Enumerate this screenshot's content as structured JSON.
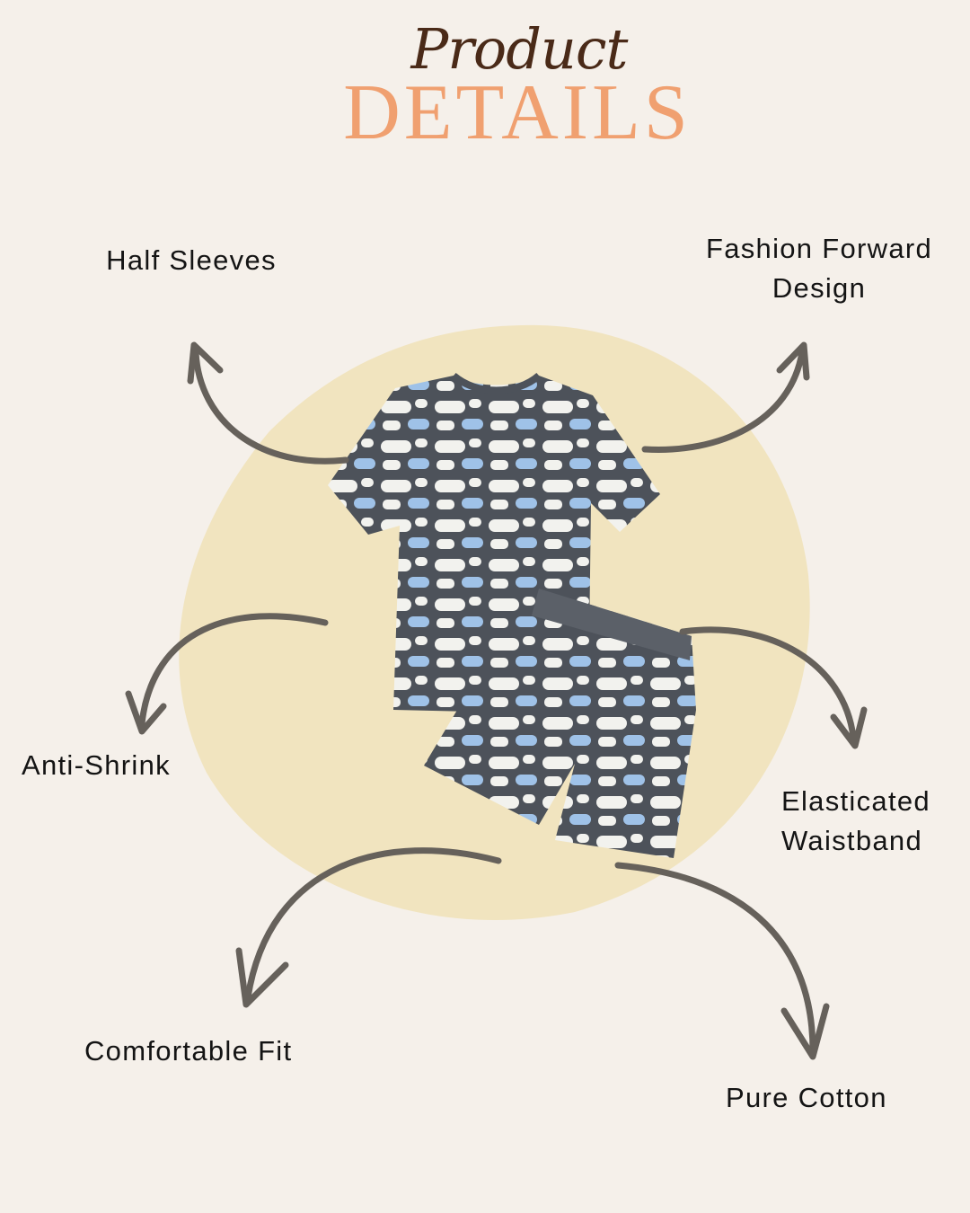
{
  "header": {
    "script_title": "Product",
    "main_title": "DETAILS"
  },
  "features": {
    "half_sleeves": "Half Sleeves",
    "fashion_line1": "Fashion Forward",
    "fashion_line2": "Design",
    "anti_shrink": "Anti-Shrink",
    "elasticated_line1": "Elasticated",
    "elasticated_line2": "Waistband",
    "comfortable_fit": "Comfortable Fit",
    "pure_cotton": "Pure Cotton"
  },
  "colors": {
    "background": "#f5f0ea",
    "title_brown": "#4a2a18",
    "title_orange": "#f0a070",
    "blob": "#f1e4bf",
    "arrow": "#66615b",
    "fabric": "#4d525a",
    "bear_white": "#f2f2ee",
    "bear_blue": "#9fc2e8"
  }
}
